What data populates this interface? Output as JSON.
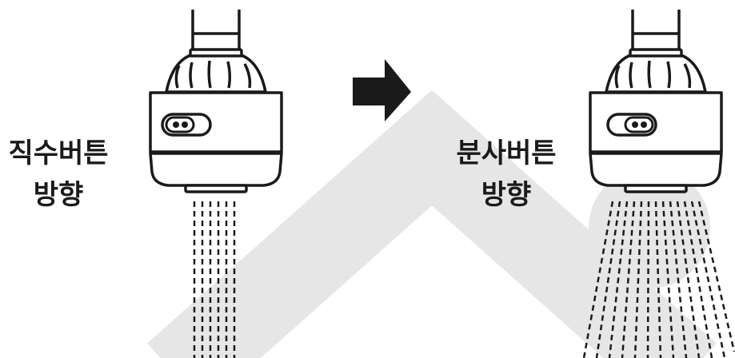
{
  "labels": {
    "left_line1": "직수버튼",
    "left_line2": "방향",
    "right_line1": "분사버튼",
    "right_line2": "방향"
  },
  "icons": {
    "arrow": "arrow-right-icon",
    "left_faucet": "faucet-aerator-straight-mode",
    "right_faucet": "faucet-aerator-spray-mode",
    "watermark": "chevron-up-watermark"
  },
  "colors": {
    "ink": "#1a1a1a",
    "watermark": "#e6e6e6",
    "background": "#ffffff"
  }
}
